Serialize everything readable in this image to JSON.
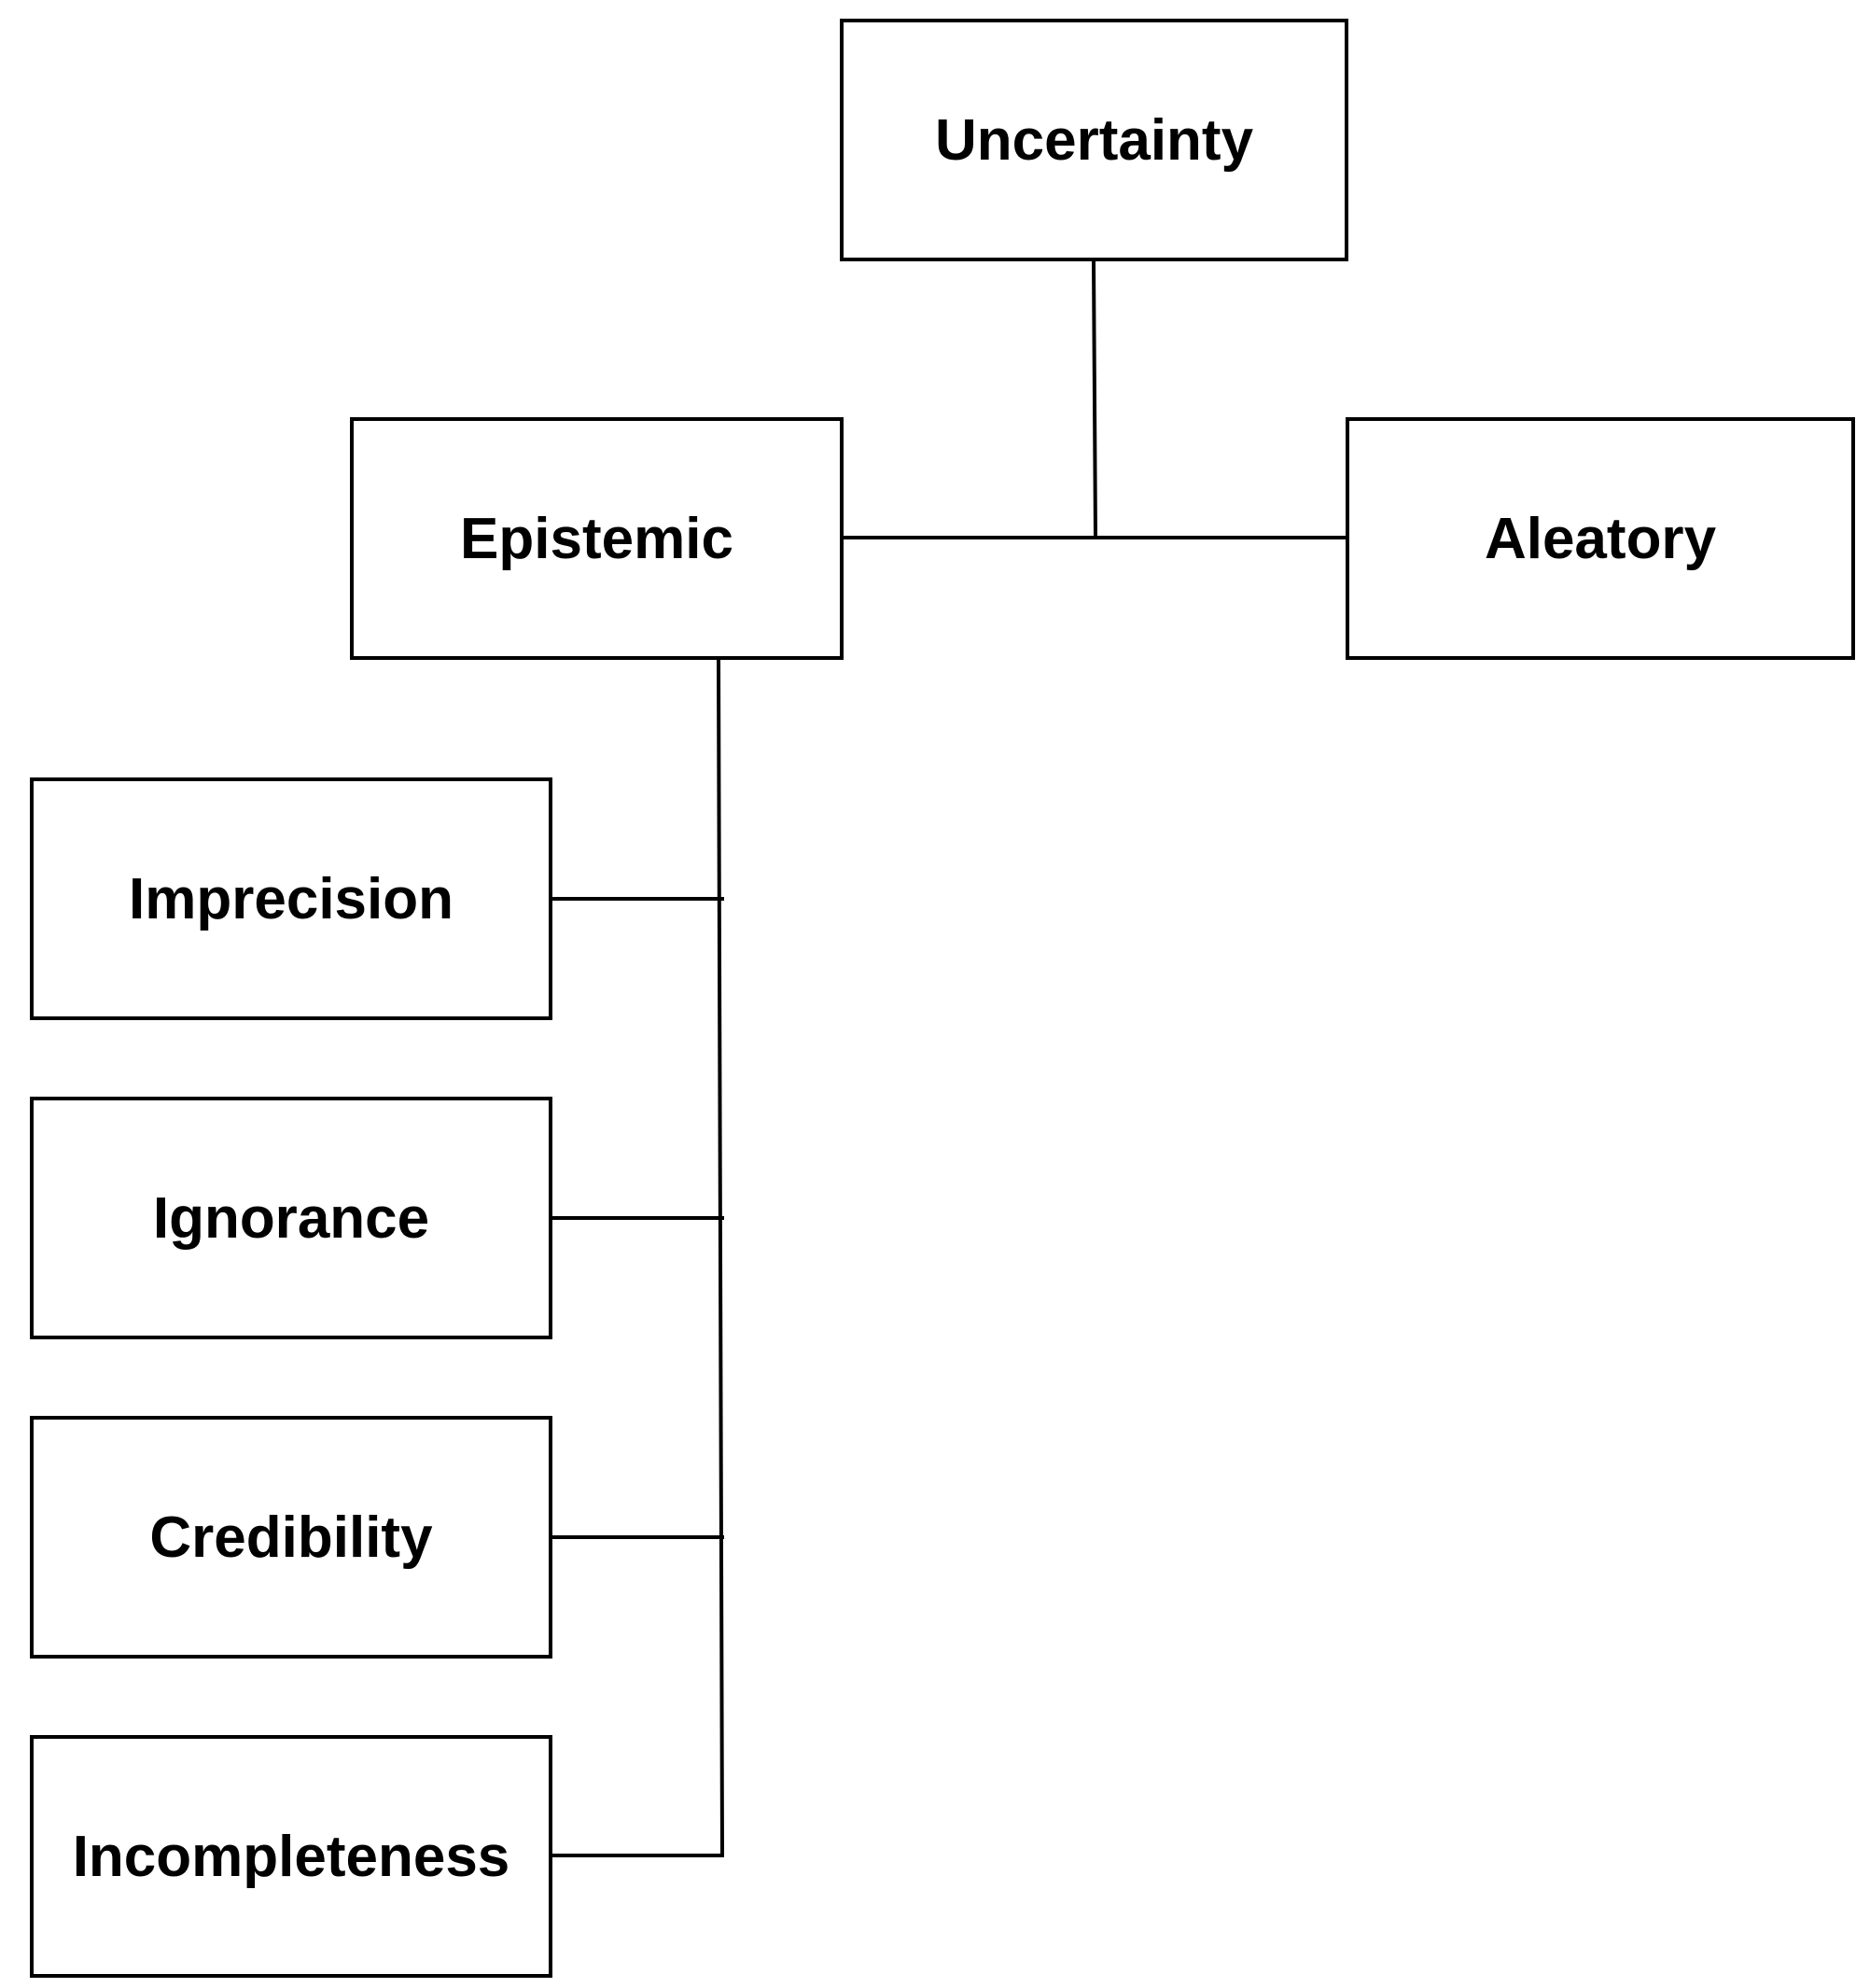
{
  "diagram": {
    "root": {
      "label": "Uncertainty"
    },
    "level1": [
      {
        "label": "Epistemic"
      },
      {
        "label": "Aleatory"
      }
    ],
    "epistemic_children": [
      {
        "label": "Imprecision"
      },
      {
        "label": "Ignorance"
      },
      {
        "label": "Credibility"
      },
      {
        "label": "Incompleteness"
      }
    ]
  },
  "colors": {
    "line": "#000000",
    "box_border": "#000000",
    "background": "#ffffff",
    "text": "#000000"
  }
}
